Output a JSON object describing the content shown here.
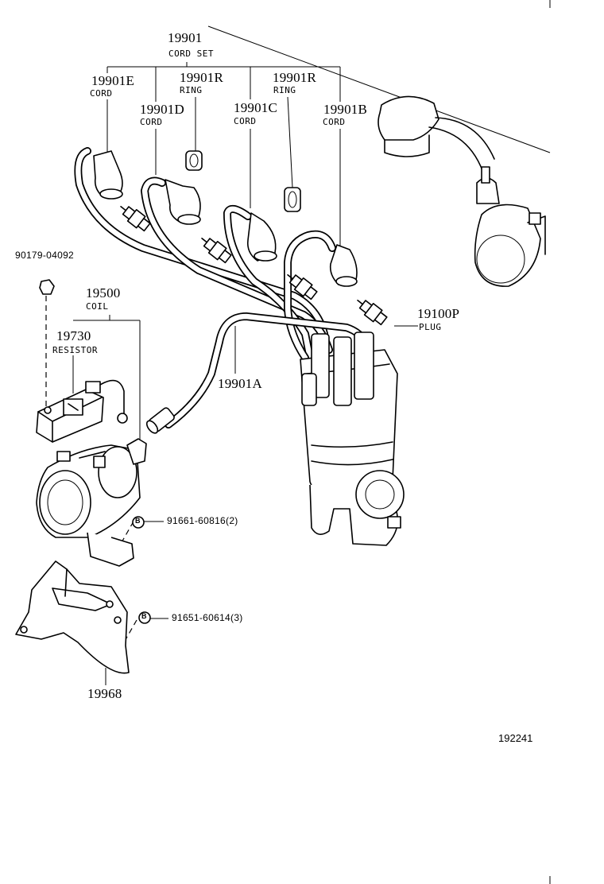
{
  "cord_set": {
    "part_no": "19901",
    "name": "CORD SET"
  },
  "cord_e": {
    "part_no": "19901E",
    "name": "CORD"
  },
  "ring_1": {
    "part_no": "19901R",
    "name": "RING"
  },
  "cord_d": {
    "part_no": "19901D",
    "name": "CORD"
  },
  "ring_2": {
    "part_no": "19901R",
    "name": "RING"
  },
  "cord_c": {
    "part_no": "19901C",
    "name": "CORD"
  },
  "cord_b": {
    "part_no": "19901B",
    "name": "CORD"
  },
  "cord_a": {
    "part_no": "19901A"
  },
  "nut": {
    "part_no": "90179-04092"
  },
  "coil": {
    "part_no": "19500",
    "name": "COIL"
  },
  "resistor": {
    "part_no": "19730",
    "name": "RESISTOR"
  },
  "plug": {
    "part_no": "19100P",
    "name": "PLUG"
  },
  "bolt_1": {
    "part_no": "91661-60816(2)",
    "marker": "B"
  },
  "bolt_2": {
    "part_no": "91651-60614(3)",
    "marker": "B"
  },
  "bracket": {
    "part_no": "19968"
  },
  "ref_no": "192241"
}
